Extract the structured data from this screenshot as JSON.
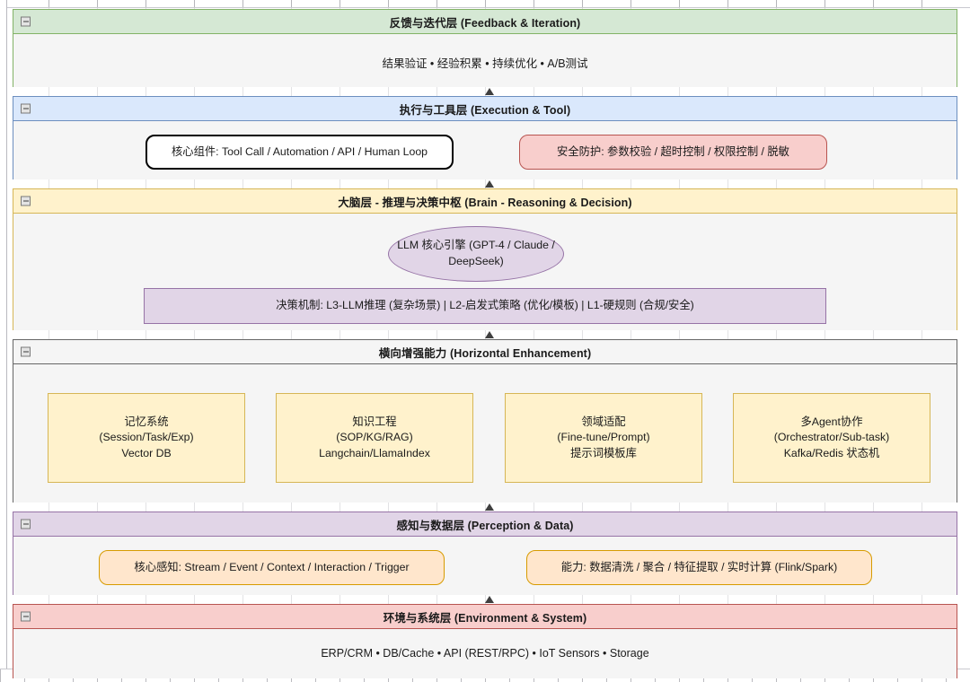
{
  "diagram": {
    "title_present": false,
    "collapse_icon": "minus-square-icon",
    "arrow_icon": "arrow-up-icon",
    "colors": {
      "green_header": "#d5e8d4",
      "green_border": "#82b366",
      "blue_header": "#dae8fc",
      "blue_border": "#6c8ebf",
      "yellow_header": "#fff2cc",
      "yellow_border": "#d6b656",
      "gray_header": "#f5f5f5",
      "gray_border": "#666666",
      "purple_header": "#e1d5e7",
      "purple_border": "#9673a6",
      "red_header": "#f8cecc",
      "red_border": "#b85450",
      "orange_fill": "#ffe6cc",
      "orange_border": "#d79b00",
      "body_fill": "#f5f5f5",
      "white_fill": "#ffffff"
    }
  },
  "layers": [
    {
      "id": "feedback",
      "title": "反馈与迭代层 (Feedback & Iteration)",
      "body_text": "结果验证 • 经验积累 • 持续优化 • A/B测试",
      "nodes": []
    },
    {
      "id": "execution",
      "title": "执行与工具层 (Execution & Tool)",
      "body_text": "",
      "nodes": [
        {
          "id": "core-components",
          "label": "核心组件: Tool Call / Automation / API / Human Loop"
        },
        {
          "id": "security-guard",
          "label": "安全防护: 参数校验 / 超时控制 / 权限控制 / 脱敏"
        }
      ]
    },
    {
      "id": "brain",
      "title": "大脑层 - 推理与决策中枢 (Brain - Reasoning & Decision)",
      "body_text": "",
      "nodes": [
        {
          "id": "llm-core-engine",
          "label": "LLM 核心引擎 (GPT-4 / Claude / DeepSeek)"
        },
        {
          "id": "decision-mechanism",
          "label": "决策机制: L3-LLM推理 (复杂场景) | L2-启发式策略 (优化/模板) | L1-硬规则 (合规/安全)"
        }
      ]
    },
    {
      "id": "horizontal",
      "title": "横向增强能力 (Horizontal Enhancement)",
      "body_text": "",
      "nodes": [
        {
          "id": "memory-system",
          "label": "记忆系统\n(Session/Task/Exp)\nVector DB"
        },
        {
          "id": "knowledge-engineering",
          "label": "知识工程\n(SOP/KG/RAG)\nLangchain/LlamaIndex"
        },
        {
          "id": "domain-adaptation",
          "label": "领域适配\n(Fine-tune/Prompt)\n提示词模板库"
        },
        {
          "id": "multi-agent-collab",
          "label": "多Agent协作\n(Orchestrator/Sub-task)\nKafka/Redis 状态机"
        }
      ]
    },
    {
      "id": "perception",
      "title": "感知与数据层 (Perception & Data)",
      "body_text": "",
      "nodes": [
        {
          "id": "core-perception",
          "label": "核心感知: Stream / Event / Context / Interaction / Trigger"
        },
        {
          "id": "capability-data",
          "label": "能力: 数据清洗 / 聚合 / 特征提取 / 实时计算 (Flink/Spark)"
        }
      ]
    },
    {
      "id": "environment",
      "title": "环境与系统层 (Environment & System)",
      "body_text": "ERP/CRM • DB/Cache • API (REST/RPC) • IoT Sensors • Storage",
      "nodes": []
    }
  ]
}
